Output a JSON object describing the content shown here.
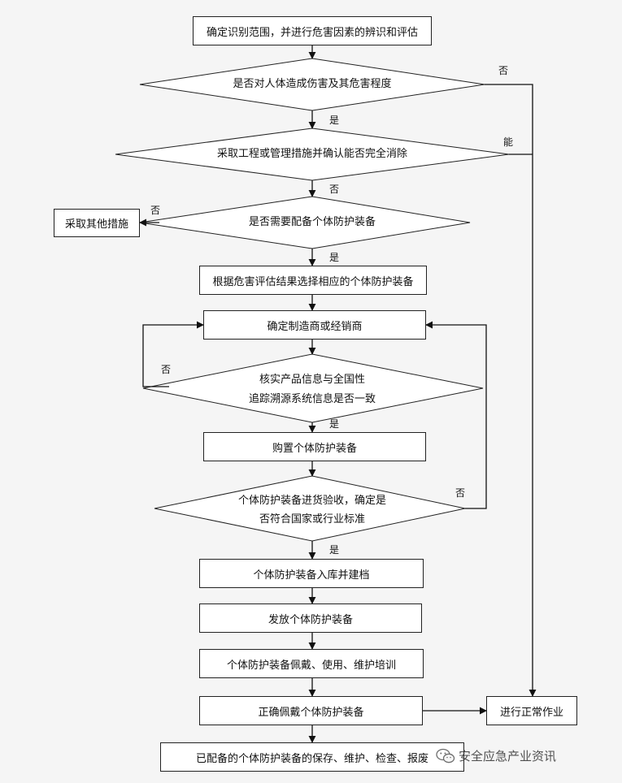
{
  "nodes": {
    "scope": "确定识别范围，并进行危害因素的辨识和评估",
    "harm_q": "是否对人体造成伤害及其危害程度",
    "eliminate_q": "采取工程或管理措施并确认能否完全消除",
    "need_ppe_q": "是否需要配备个体防护装备",
    "other_measures": "采取其他措施",
    "select_ppe": "根据危害评估结果选择相应的个体防护装备",
    "manufacturer": "确定制造商或经销商",
    "verify_q_line1": "核实产品信息与全国性",
    "verify_q_line2": "追踪溯源系统信息是否一致",
    "purchase": "购置个体防护装备",
    "acceptance_q_line1": "个体防护装备进货验收，确定是",
    "acceptance_q_line2": "否符合国家或行业标准",
    "storage": "个体防护装备入库并建档",
    "distribute": "发放个体防护装备",
    "training": "个体防护装备佩戴、使用、维护培训",
    "wear": "正确佩戴个体防护装备",
    "normal_work": "进行正常作业",
    "maintenance": "已配备的个体防护装备的保存、维护、检查、报废"
  },
  "labels": {
    "no": "否",
    "yes": "是",
    "can": "能"
  },
  "watermark": {
    "icon": "wechat-icon",
    "text": "安全应急产业资讯"
  }
}
